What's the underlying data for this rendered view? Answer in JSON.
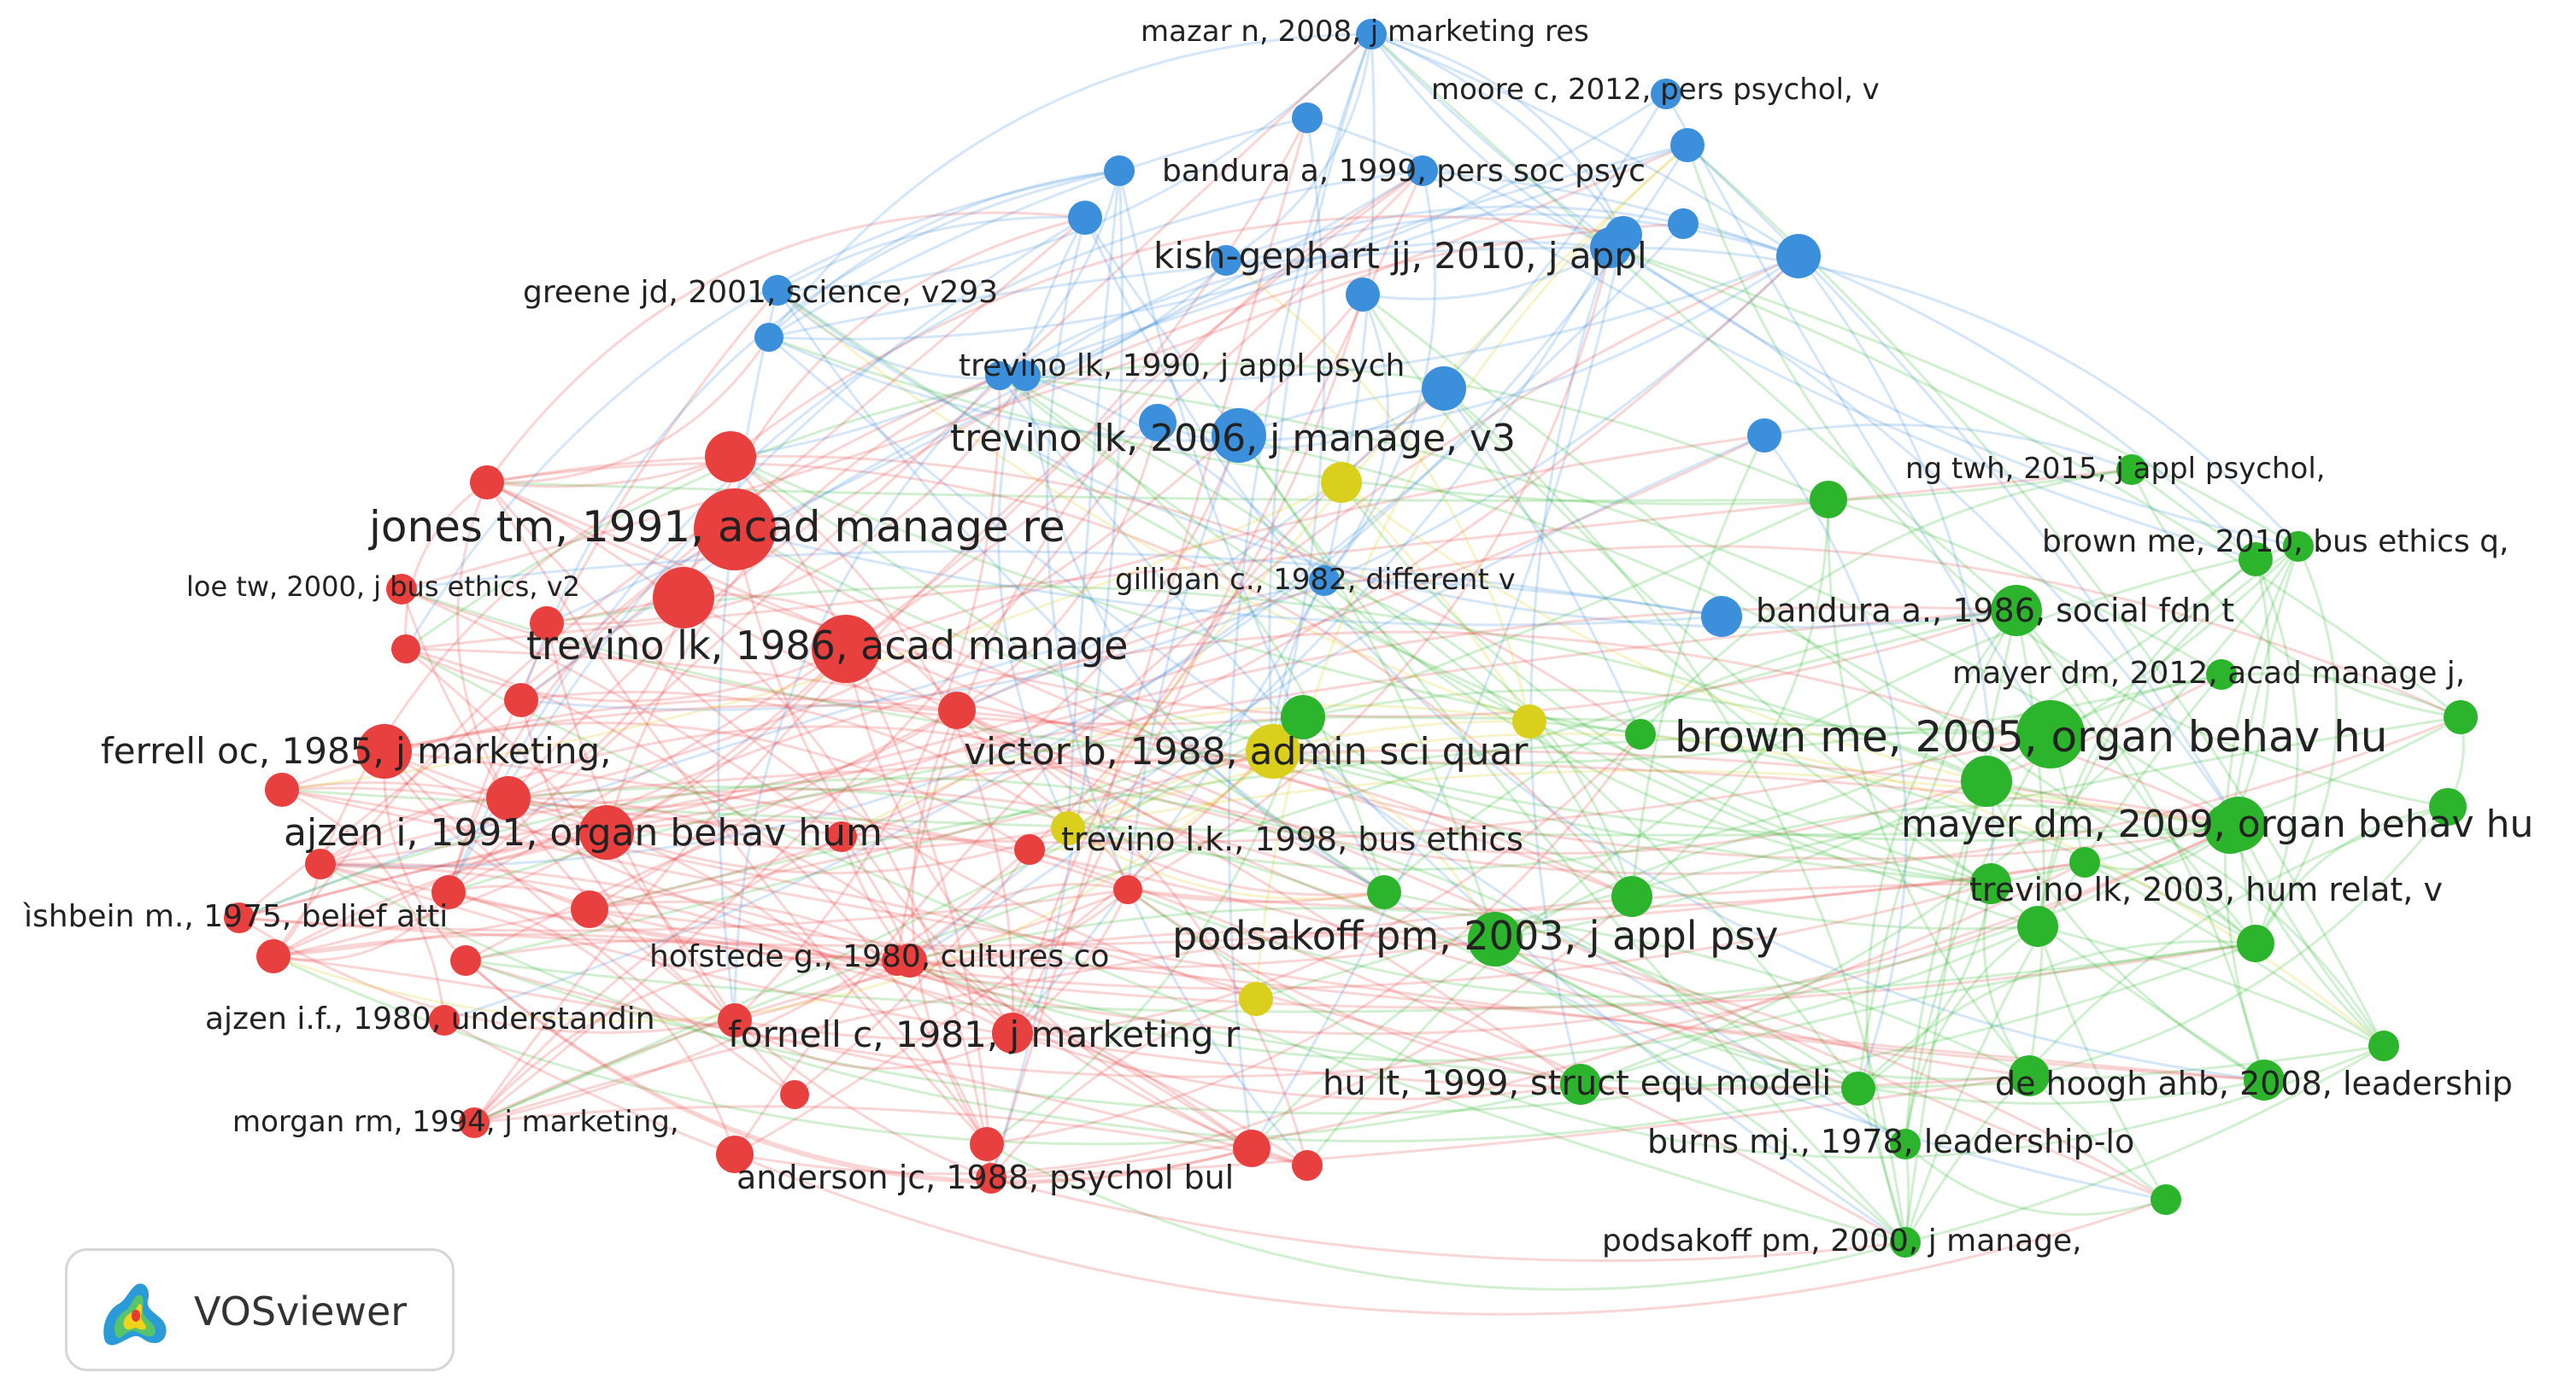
{
  "clusters": {
    "red": "#e8403f",
    "green": "#2db42d",
    "blue": "#3b8fdb",
    "yellow": "#d9cf1c"
  },
  "nodes": [
    {
      "id": "mazar",
      "label": "mazar n, 2008, j marketing res",
      "cluster": "blue",
      "w": 1
    },
    {
      "id": "moore",
      "label": "moore c, 2012, pers psychol, v",
      "cluster": "blue",
      "w": 1
    },
    {
      "id": "bandura1999",
      "label": "bandura a, 1999, pers soc psyc",
      "cluster": "blue",
      "w": 1
    },
    {
      "id": "kishgephart",
      "label": "kish-gephart jj, 2010, j appl",
      "cluster": "blue",
      "w": 2
    },
    {
      "id": "greene",
      "label": "greene jd, 2001, science, v293",
      "cluster": "blue",
      "w": 1
    },
    {
      "id": "trevino1990",
      "label": "trevino lk, 1990, j appl psych",
      "cluster": "blue",
      "w": 1
    },
    {
      "id": "trevino2006",
      "label": "trevino lk, 2006, j manage, v3",
      "cluster": "blue",
      "w": 3
    },
    {
      "id": "gilligan",
      "label": "gilligan c., 1982, different v",
      "cluster": "blue",
      "w": 1
    },
    {
      "id": "bandura1986",
      "label": "bandura a., 1986, social fdn t",
      "cluster": "blue",
      "w": 2
    },
    {
      "id": "ngtwh",
      "label": "ng twh, 2015, j appl psychol,",
      "cluster": "green",
      "w": 1
    },
    {
      "id": "brown2010",
      "label": "brown me, 2010, bus ethics q,",
      "cluster": "green",
      "w": 1
    },
    {
      "id": "mayer2012",
      "label": "mayer dm, 2012, acad manage j,",
      "cluster": "green",
      "w": 1
    },
    {
      "id": "brown2005",
      "label": "brown me, 2005, organ behav hu",
      "cluster": "green",
      "w": 4
    },
    {
      "id": "mayer2009",
      "label": "mayer dm, 2009, organ behav hu",
      "cluster": "green",
      "w": 3
    },
    {
      "id": "trevino2003",
      "label": "trevino lk, 2003, hum relat, v",
      "cluster": "green",
      "w": 2
    },
    {
      "id": "podsakoff2003",
      "label": "podsakoff pm, 2003, j appl psy",
      "cluster": "green",
      "w": 3
    },
    {
      "id": "hult",
      "label": "hu lt, 1999, struct equ modeli",
      "cluster": "green",
      "w": 2
    },
    {
      "id": "dehoogh",
      "label": "de hoogh ahb, 2008, leadership",
      "cluster": "green",
      "w": 2
    },
    {
      "id": "burns",
      "label": "burns mj., 1978, leadership-lo",
      "cluster": "green",
      "w": 1
    },
    {
      "id": "podsakoff2000",
      "label": "podsakoff pm, 2000, j manage,",
      "cluster": "green",
      "w": 1
    },
    {
      "id": "jones",
      "label": "jones tm, 1991, acad manage re",
      "cluster": "red",
      "w": 5
    },
    {
      "id": "loe",
      "label": "loe tw, 2000, j bus ethics, v2",
      "cluster": "red",
      "w": 1
    },
    {
      "id": "trevino1986",
      "label": "trevino lk, 1986, acad manage",
      "cluster": "red",
      "w": 4
    },
    {
      "id": "ferrell",
      "label": "ferrell oc, 1985, j marketing,",
      "cluster": "red",
      "w": 3
    },
    {
      "id": "ajzen1991",
      "label": "ajzen i, 1991, organ behav hum",
      "cluster": "red",
      "w": 3
    },
    {
      "id": "fishbein",
      "label": "ìshbein m., 1975, belief atti",
      "cluster": "red",
      "w": 1
    },
    {
      "id": "hofstede",
      "label": "hofstede g., 1980, cultures co",
      "cluster": "red",
      "w": 1
    },
    {
      "id": "ajzen1980",
      "label": "ajzen i.f., 1980, understandin",
      "cluster": "red",
      "w": 1
    },
    {
      "id": "fornell",
      "label": "fornell c, 1981, j marketing r",
      "cluster": "red",
      "w": 2
    },
    {
      "id": "morgan",
      "label": "morgan rm, 1994, j marketing,",
      "cluster": "red",
      "w": 1
    },
    {
      "id": "anderson",
      "label": "anderson jc, 1988, psychol bul",
      "cluster": "red",
      "w": 1
    },
    {
      "id": "victor",
      "label": "victor b, 1988, admin sci quar",
      "cluster": "yellow",
      "w": 3
    },
    {
      "id": "trevino1998",
      "label": "trevino l.k., 1998, bus ethics",
      "cluster": "yellow",
      "w": 1
    }
  ],
  "watermark": {
    "text": "VOSviewer",
    "icon": "vosviewer-logo-icon"
  }
}
